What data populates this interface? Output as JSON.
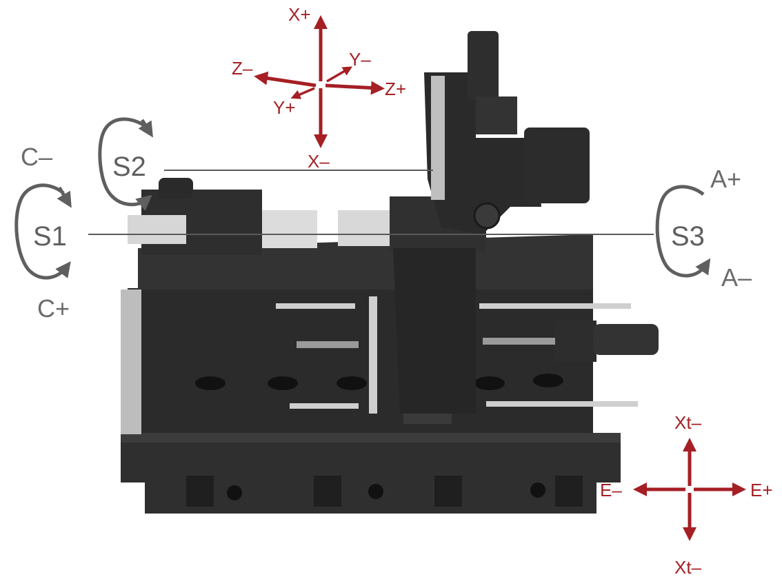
{
  "colors": {
    "axis_arrow": "#a51f24",
    "spindle_grey": "#5f5f5f",
    "machine_dark": "#2b2b2b",
    "machine_mid": "#3a3a3a",
    "chuck_silver": "#d9d9d9",
    "rail_light": "#cfcfcf"
  },
  "icons": [
    "rotation-arrow-icon",
    "axis-arrow-icon"
  ],
  "top_axes": {
    "x_plus": "X+",
    "x_minus": "X–",
    "z_minus": "Z–",
    "z_plus": "Z+",
    "y_minus": "Y–",
    "y_plus": "Y+"
  },
  "bottom_axes": {
    "xt_top": "Xt–",
    "xt_bottom": "Xt–",
    "e_minus": "E–",
    "e_plus": "E+"
  },
  "spindles": {
    "s1": "S1",
    "s2": "S2",
    "s3": "S3"
  },
  "rotations": {
    "c_minus": "C–",
    "c_plus": "C+",
    "a_plus": "A+",
    "a_minus": "A–"
  }
}
